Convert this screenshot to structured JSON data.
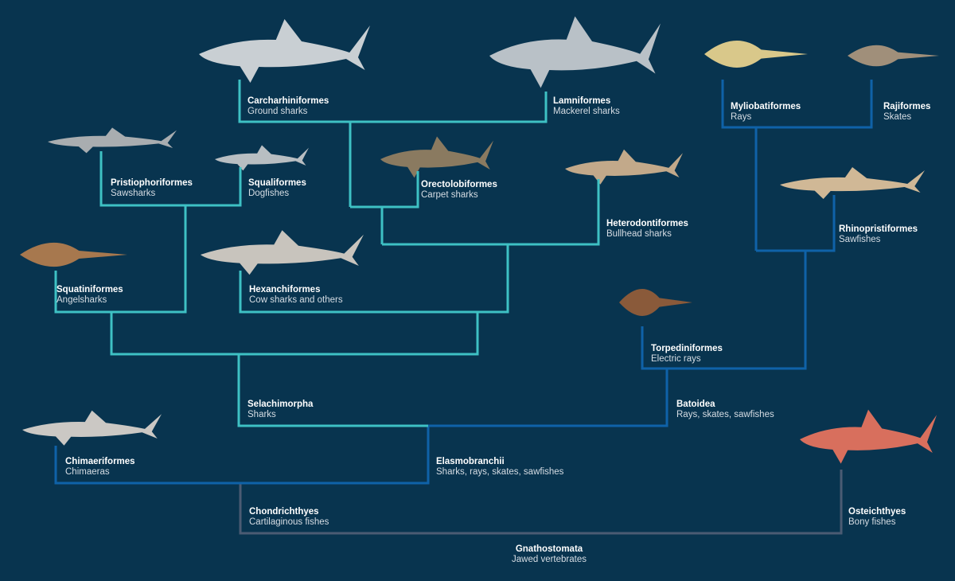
{
  "colors": {
    "background": "#08344f",
    "sharks": "#3ec1c4",
    "batoids": "#0f62a8",
    "outer": "#4b5b73"
  },
  "taxa": {
    "carcharhiniformes": {
      "name": "Carcharhiniformes",
      "common": "Ground sharks"
    },
    "lamniformes": {
      "name": "Lamniformes",
      "common": "Mackerel sharks"
    },
    "myliobatiformes": {
      "name": "Myliobatiformes",
      "common": "Rays"
    },
    "rajiformes": {
      "name": "Rajiformes",
      "common": "Skates"
    },
    "pristiophoriformes": {
      "name": "Pristiophoriformes",
      "common": "Sawsharks"
    },
    "squaliformes": {
      "name": "Squaliformes",
      "common": "Dogfishes"
    },
    "orectolobiformes": {
      "name": "Orectolobiformes",
      "common": "Carpet sharks"
    },
    "heterodontiformes": {
      "name": "Heterodontiformes",
      "common": "Bullhead sharks"
    },
    "rhinopristiformes": {
      "name": "Rhinopristiformes",
      "common": "Sawfishes"
    },
    "squatiniformes": {
      "name": "Squatiniformes",
      "common": "Angelsharks"
    },
    "hexanchiformes": {
      "name": "Hexanchiformes",
      "common": "Cow sharks and others"
    },
    "torpediniformes": {
      "name": "Torpediniformes",
      "common": "Electric rays"
    },
    "selachimorpha": {
      "name": "Selachimorpha",
      "common": "Sharks"
    },
    "batoidea": {
      "name": "Batoidea",
      "common": "Rays, skates, sawfishes"
    },
    "chimaeriformes": {
      "name": "Chimaeriformes",
      "common": "Chimaeras"
    },
    "elasmobranchii": {
      "name": "Elasmobranchii",
      "common": "Sharks, rays, skates, sawfishes"
    },
    "chondrichthyes": {
      "name": "Chondrichthyes",
      "common": "Cartilaginous fishes"
    },
    "osteichthyes": {
      "name": "Osteichthyes",
      "common": "Bony fishes"
    },
    "gnathostomata": {
      "name": "Gnathostomata",
      "common": "Jawed vertebrates"
    }
  }
}
